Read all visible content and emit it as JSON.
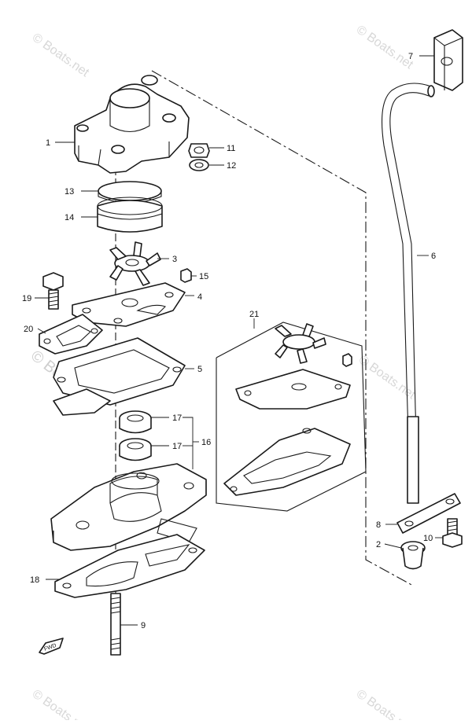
{
  "watermark": {
    "text": "© Boats.net",
    "color": "#cccccc"
  },
  "callouts": {
    "c1": "1",
    "c2": "2",
    "c3": "3",
    "c4": "4",
    "c5": "5",
    "c6": "6",
    "c7": "7",
    "c8": "8",
    "c9": "9",
    "c10": "10",
    "c11": "11",
    "c12": "12",
    "c13": "13",
    "c14": "14",
    "c15": "15",
    "c16": "16",
    "c17a": "17",
    "c17b": "17",
    "c18": "18",
    "c19": "19",
    "c20": "20",
    "c21": "21"
  },
  "fwd_marker": "FWD",
  "icons": {
    "fwd": "fwd-arrow-icon",
    "watermark_logo": "copyright-icon"
  }
}
